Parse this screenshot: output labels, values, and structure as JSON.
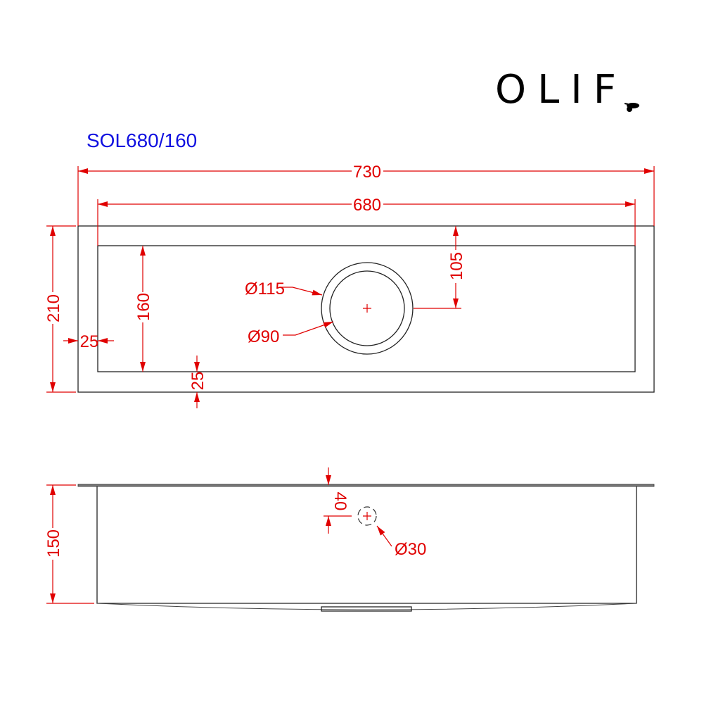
{
  "brand": {
    "logo_text": "OLIF"
  },
  "model": "SOL680/160",
  "colors": {
    "dimension": "#e00000",
    "model_text": "#1010e0",
    "outline": "#222222"
  },
  "top_view": {
    "overall_width": "730",
    "bowl_width": "680",
    "overall_depth": "210",
    "bowl_depth": "160",
    "side_rim": "25",
    "front_rim": "25",
    "drain_offset": "105",
    "drain_outer_diameter": "Ø115",
    "drain_inner_diameter": "Ø90"
  },
  "side_view": {
    "height": "150",
    "overflow_offset": "40",
    "overflow_diameter": "Ø30"
  }
}
